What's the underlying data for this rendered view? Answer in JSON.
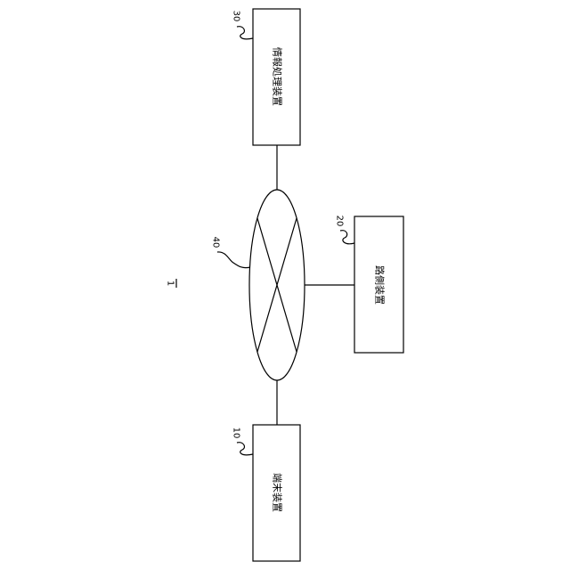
{
  "figure_ref": "1",
  "nodes": {
    "information_processing": {
      "ref": "30",
      "label": "情報処理装置"
    },
    "roadside": {
      "ref": "20",
      "label": "路側装置"
    },
    "terminal": {
      "ref": "10",
      "label": "端末装置"
    },
    "network": {
      "ref": "40"
    }
  }
}
